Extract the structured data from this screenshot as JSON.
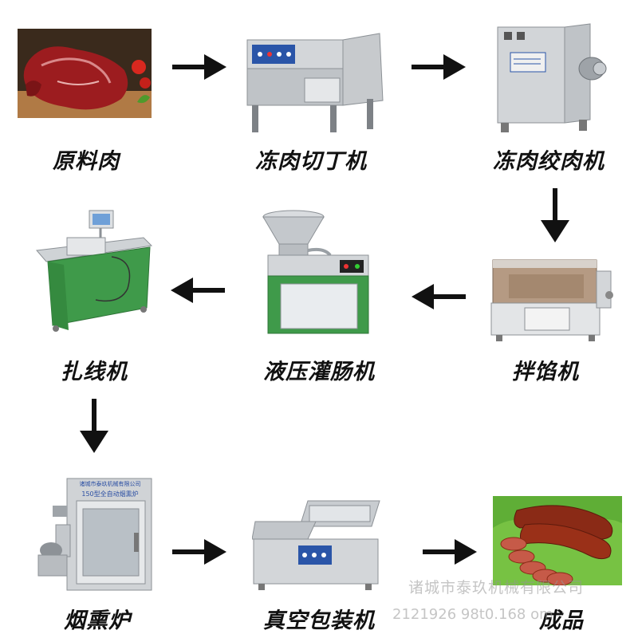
{
  "steps": [
    {
      "label": "原料肉",
      "icon": "raw-meat-photo"
    },
    {
      "label": "冻肉切丁机",
      "icon": "meat-dicer-machine"
    },
    {
      "label": "冻肉绞肉机",
      "icon": "meat-grinder-machine"
    },
    {
      "label": "拌馅机",
      "icon": "filling-mixer-machine"
    },
    {
      "label": "液压灌肠机",
      "icon": "hydraulic-sausage-filler-machine"
    },
    {
      "label": "扎线机",
      "icon": "sausage-tying-machine"
    },
    {
      "label": "烟熏炉",
      "icon": "smoking-oven-machine"
    },
    {
      "label": "真空包装机",
      "icon": "vacuum-packing-machine"
    },
    {
      "label": "成品",
      "icon": "finished-sausage-photo"
    }
  ],
  "machine_plates": {
    "smoker_header": "诸城市泰玖机械有限公司",
    "smoker_sign": "150型全自动烟熏炉"
  },
  "watermark": {
    "company": "诸城市泰玖机械有限公司",
    "phone_fragment": "2121926 98t0.168 om"
  },
  "colors": {
    "arrow": "#111111",
    "steel": "#c9cccf",
    "green": "#3f9a4a"
  }
}
